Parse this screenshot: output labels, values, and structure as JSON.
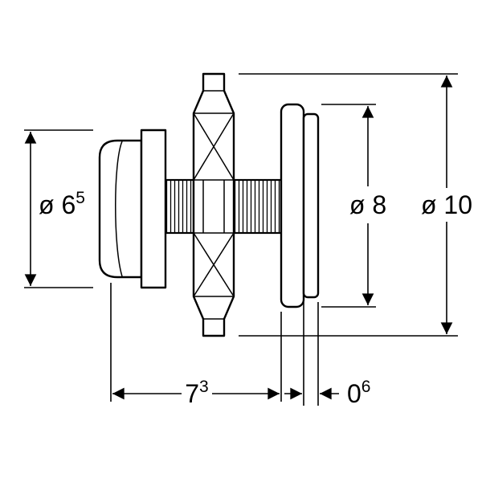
{
  "dimensions": {
    "button_diameter": {
      "label": "ø 6",
      "sup": "5"
    },
    "plate_diameter": {
      "label": "ø 8"
    },
    "bracket_diameter": {
      "label": "ø 10"
    },
    "installation_depth": {
      "label": "7",
      "sup": "3"
    },
    "plate_offset": {
      "label": "0",
      "sup": "6"
    }
  },
  "colors": {
    "line": "#000000",
    "background": "#ffffff"
  }
}
